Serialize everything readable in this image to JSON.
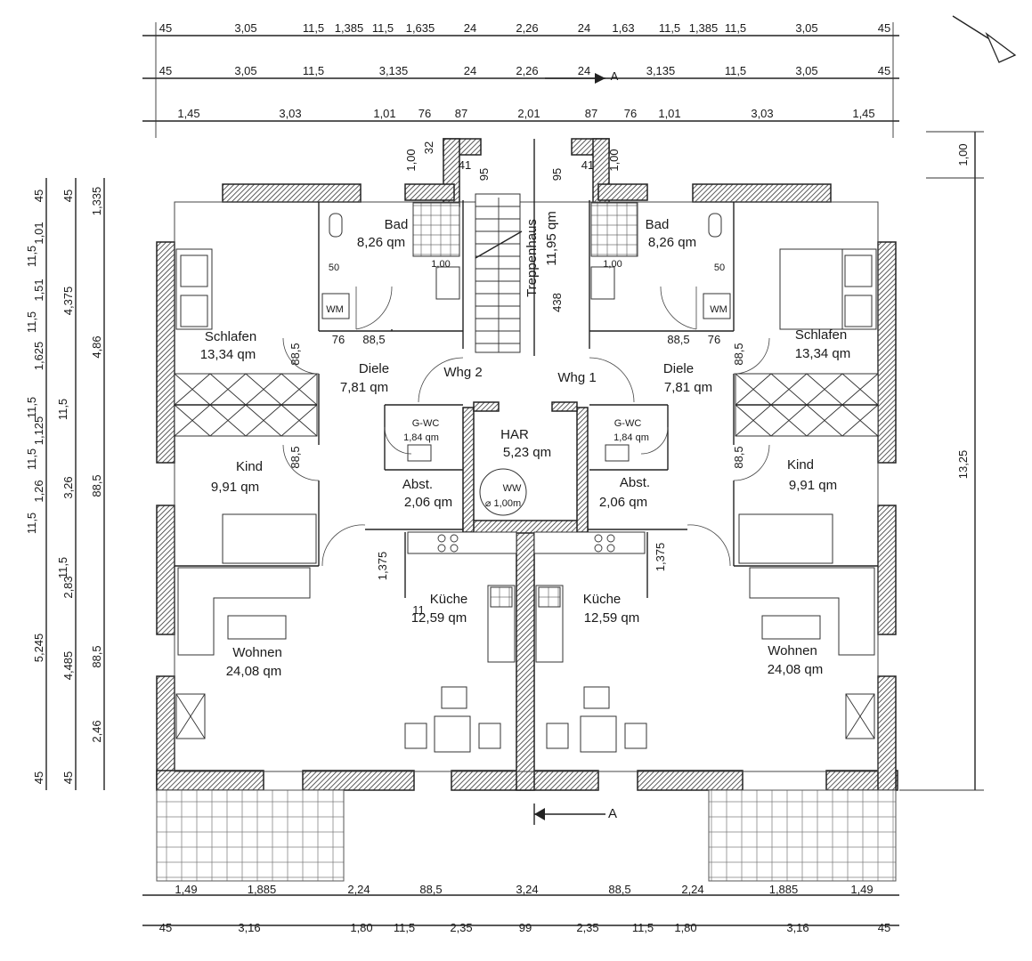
{
  "rooms": {
    "left": {
      "bad_name": "Bad",
      "bad_area": "8,26 qm",
      "schlafen_name": "Schlafen",
      "schlafen_area": "13,34 qm",
      "diele_name": "Diele",
      "diele_area": "7,81 qm",
      "gwc_name": "G-WC",
      "gwc_area": "1,84 qm",
      "kind_name": "Kind",
      "kind_area": "9,91 qm",
      "abst_name": "Abst.",
      "abst_area": "2,06 qm",
      "kueche_name": "Küche",
      "kueche_area": "12,59 qm",
      "wohnen_name": "Wohnen",
      "wohnen_area": "24,08 qm",
      "wm": "WM",
      "bad_tag": "1,00",
      "bad_tag2": "50"
    },
    "right": {
      "bad_name": "Bad",
      "bad_area": "8,26 qm",
      "schlafen_name": "Schlafen",
      "schlafen_area": "13,34 qm",
      "diele_name": "Diele",
      "diele_area": "7,81 qm",
      "gwc_name": "G-WC",
      "gwc_area": "1,84 qm",
      "kind_name": "Kind",
      "kind_area": "9,91 qm",
      "abst_name": "Abst.",
      "abst_area": "2,06 qm",
      "kueche_name": "Küche",
      "kueche_area": "12,59 qm",
      "wohnen_name": "Wohnen",
      "wohnen_area": "24,08 qm",
      "wm": "WM",
      "bad_tag": "1,00",
      "bad_tag2": "50"
    },
    "center": {
      "treppenhaus": "Treppenhaus",
      "treppenhaus_area": "11,95 qm",
      "stair_dim": "438",
      "whg1": "Whg 1",
      "whg2": "Whg 2",
      "har_name": "HAR",
      "har_area": "5,23 qm",
      "ww": "WW",
      "ww_size": "⌀ 1,00m",
      "section_a": "A"
    }
  },
  "dimensions": {
    "top_row1": [
      "45",
      "3,05",
      "11,5",
      "1,385",
      "11,5",
      "1,635",
      "24",
      "2,26",
      "24",
      "1,63",
      "11,5",
      "1,385",
      "11,5",
      "3,05",
      "45"
    ],
    "top_row2": [
      "45",
      "3,05",
      "11,5",
      "3,135",
      "24",
      "2,26",
      "24",
      "A",
      "3,135",
      "11,5",
      "3,05",
      "45"
    ],
    "top_row3": [
      "1,45",
      "3,03",
      "1,01",
      "76",
      "87",
      "2,01",
      "87",
      "76",
      "1,01",
      "3,03",
      "1,45"
    ],
    "bottom_row1": [
      "1,49",
      "1,885",
      "2,24",
      "88,5",
      "3,24",
      "88,5",
      "2,24",
      "1,885",
      "1,49"
    ],
    "bottom_row2": [
      "45",
      "3,16",
      "1,80",
      "11,5",
      "2,35",
      "99",
      "2,35",
      "11,5",
      "1,80",
      "3,16",
      "45"
    ],
    "left_col1": [
      "45",
      "1,01",
      "11,5",
      "1,51",
      "11,5",
      "1,625",
      "11,5",
      "1,125",
      "11,5",
      "1,26",
      "11,5",
      "5,245",
      "45"
    ],
    "left_col2": [
      "45",
      "4,375",
      "11,5",
      "3,26",
      "11,5",
      "2,83",
      "4,485",
      "45"
    ],
    "left_col3": [
      "1,335",
      "4,86",
      "88,5",
      "88,5",
      "2,46"
    ],
    "right_col": [
      "1,00",
      "13,25"
    ],
    "interior": [
      "1,00",
      "32",
      "41",
      "95",
      "95",
      "41",
      "1,00",
      "76",
      "88,5",
      "88,5",
      "76",
      "88,5",
      "88,5",
      "88,5",
      "88,5",
      "1,375",
      "1,375",
      "11"
    ]
  },
  "colors": {
    "wall_hatch": "#555555",
    "line": "#222222",
    "paper": "#ffffff"
  }
}
